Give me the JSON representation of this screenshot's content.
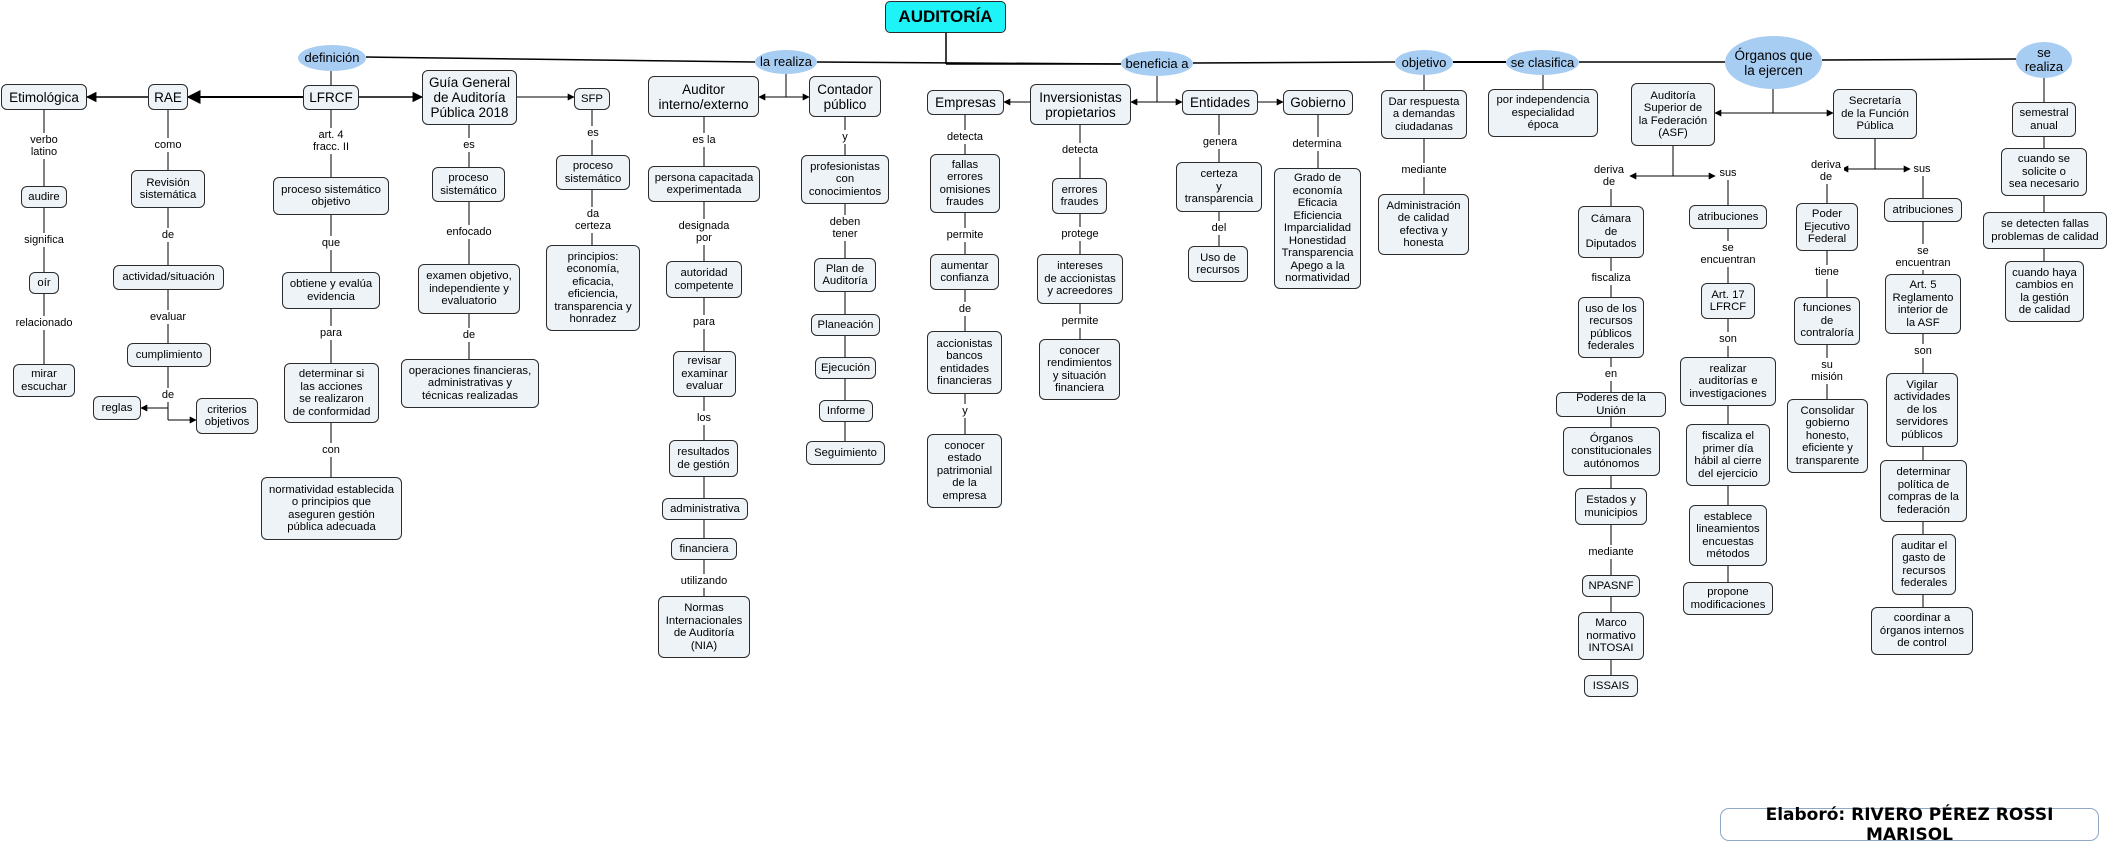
{
  "title": "AUDITORÍA",
  "credit": "Elaboró: RIVERO PÉREZ ROSSI MARISOL",
  "colors": {
    "node_fill": "#eef3f7",
    "oval_fill": "#a8cdf2",
    "root_fill": "#1ef3f7",
    "line": "#000000"
  },
  "nodes": {
    "root": "AUDITORÍA",
    "definicion": "definición",
    "etimologica": "Etimológica",
    "verbo_latino": "verbo\nlatino",
    "audire": "audire",
    "significa": "significa",
    "oir": "oír",
    "relacionado": "relacionado",
    "mirar_escuchar": "mirar\nescuchar",
    "rae": "RAE",
    "como": "como",
    "revision_sistematica": "Revisión\nsistemática",
    "de_rae": "de",
    "actividad_situacion": "actividad/situación",
    "evaluar_rae": "evaluar",
    "cumplimiento": "cumplimiento",
    "de_cumpl": "de",
    "reglas": "reglas",
    "criterios_objetivos": "criterios\nobjetivos",
    "lfrcf": "LFRCF",
    "art4": "art. 4\nfracc. II",
    "proceso_sis_objetivo": "proceso sistemático\nobjetivo",
    "que": "que",
    "obtiene_evalua": "obtiene y evalúa\nevidencia",
    "para_lfrcf": "para",
    "determinar_si": "determinar si\nlas acciones\nse realizaron\nde conformidad",
    "con": "con",
    "normatividad": "normatividad establecida\no principios que\naseguren gestión\npública adecuada",
    "guia": "Guía General\nde Auditoría\nPública 2018",
    "es_guia": "es",
    "proceso_sis_guia": "proceso\nsistemático",
    "enfocado": "enfocado",
    "examen_objetivo": "examen objetivo,\nindependiente y\nevaluatorio",
    "de_guia": "de",
    "operaciones": "operaciones financieras,\nadministrativas y\ntécnicas realizadas",
    "sfp": "SFP",
    "es_sfp": "es",
    "proceso_sis_sfp": "proceso\nsistemático",
    "da_certeza": "da\ncerteza",
    "principios": "principios:\neconomía,\neficacia,\neficiencia,\ntransparencia y\nhonradez",
    "la_realiza": "la realiza",
    "auditor": "Auditor\ninterno/externo",
    "es_la": "es la",
    "persona_capacitada": "persona capacitada\nexperimentada",
    "designada_por": "designada\npor",
    "autoridad_competente": "autoridad\ncompetente",
    "para_auditor": "para",
    "revisar_examinar": "revisar\nexaminar\nevaluar",
    "los": "los",
    "resultados_gestion": "resultados\nde gestión",
    "administrativa": "administrativa",
    "financiera": "financiera",
    "utilizando": "utilizando",
    "nia": "Normas\nInternacionales\nde Auditoría\n(NIA)",
    "contador": "Contador\npúblico",
    "y_contador": "y",
    "profesionistas": "profesionistas\ncon\nconocimientos",
    "deben_tener": "deben\ntener",
    "plan_auditoria": "Plan de\nAuditoría",
    "planeacion": "Planeación",
    "ejecucion": "Ejecución",
    "informe": "Informe",
    "seguimiento": "Seguimiento",
    "beneficia_a": "beneficia a",
    "empresas": "Empresas",
    "detecta_emp": "detecta",
    "fallas_errores": "fallas\nerrores\nomisiones\nfraudes",
    "permite_emp": "permite",
    "aumentar_confianza": "aumentar\nconfianza",
    "de_emp": "de",
    "accionistas_bancos": "accionistas\nbancos\nentidades\nfinancieras",
    "y_emp": "y",
    "conocer_estado": "conocer\nestado\npatrimonial\nde la\nempresa",
    "inversionistas": "Inversionistas\npropietarios",
    "detecta_inv": "detecta",
    "errores_fraudes": "errores\nfraudes",
    "protege": "protege",
    "intereses": "intereses\nde accionistas\ny acreedores",
    "permite_inv": "permite",
    "conocer_rendimientos": "conocer\nrendimientos\ny situación\nfinanciera",
    "entidades": "Entidades",
    "genera": "genera",
    "certeza_transparencia": "certeza\ny\ntransparencia",
    "del": "del",
    "uso_recursos": "Uso de\nrecursos",
    "gobierno": "Gobierno",
    "determina": "determina",
    "grado_economia": "Grado de\neconomía\nEficacia\nEficiencia\nImparcialidad\nHonestidad\nTransparencia\nApego a la\nnormatividad",
    "objetivo": "objetivo",
    "dar_respuesta": "Dar respuesta\na demandas\nciudadanas",
    "mediante_obj": "mediante",
    "administracion_calidad": "Administración\nde calidad\nefectiva y\nhonesta",
    "se_clasifica": "se clasifica",
    "por_independencia": "por independencia\nespecialidad\népoca",
    "organos": "Órganos que\nla ejercen",
    "asf": "Auditoría\nSuperior de\nla Federación\n(ASF)",
    "deriva_de_asf": "deriva\nde",
    "sus_asf": "sus",
    "camara": "Cámara\nde\nDiputados",
    "fiscaliza": "fiscaliza",
    "uso_recursos_publicos": "uso de los\nrecursos\npúblicos\nfederales",
    "en": "en",
    "poderes_union": "Poderes de la Unión",
    "organos_autonomos": "Órganos\nconstitucionales\nautónomos",
    "estados_municipios": "Estados y\nmunicipios",
    "mediante_asf": "mediante",
    "npasnf": "NPASNF",
    "marco_intosai": "Marco\nnormativo\nINTOSAI",
    "issais": "ISSAIS",
    "atribuciones_asf": "atribuciones",
    "se_encuentran_asf": "se\nencuentran",
    "art17": "Art. 17\nLFRCF",
    "son_asf": "son",
    "realizar_auditorias": "realizar\nauditorías e\ninvestigaciones",
    "fiscaliza_primer": "fiscaliza el\nprimer día\nhábil al cierre\ndel ejercicio",
    "establece_lineamientos": "establece\nlineamientos\nencuestas\nmétodos",
    "propone": "propone\nmodificaciones",
    "sfp_sec": "Secretaría\nde la Función\nPública",
    "deriva_de_sfp": "deriva\nde",
    "sus_sfp": "sus",
    "poder_ejecutivo": "Poder\nEjecutivo\nFederal",
    "tiene": "tiene",
    "funciones_contraloria": "funciones\nde\ncontraloría",
    "su_mision": "su\nmisión",
    "consolidar_gobierno": "Consolidar\ngobierno\nhonesto,\neficiente y\ntransparente",
    "atribuciones_sfp": "atribuciones",
    "se_encuentran_sfp": "se\nencuentran",
    "art5": "Art. 5\nReglamento\ninterior de\nla ASF",
    "son_sfp": "son",
    "vigilar": "Vigilar\nactividades\nde los\nservidores\npúblicos",
    "determinar_politica": "determinar\npolítica de\ncompras de la\nfederación",
    "auditar_gasto": "auditar el\ngasto de\nrecursos\nfederales",
    "coordinar": "coordinar a\nórganos internos\nde control",
    "se_realiza": "se\nrealiza",
    "semestral_anual": "semestral\nanual",
    "cuando_solicite": "cuando se\nsolicite o\nsea necesario",
    "se_detecten": "se detecten fallas\nproblemas de calidad",
    "cuando_cambios": "cuando haya\ncambios en\nla gestión\nde calidad"
  }
}
